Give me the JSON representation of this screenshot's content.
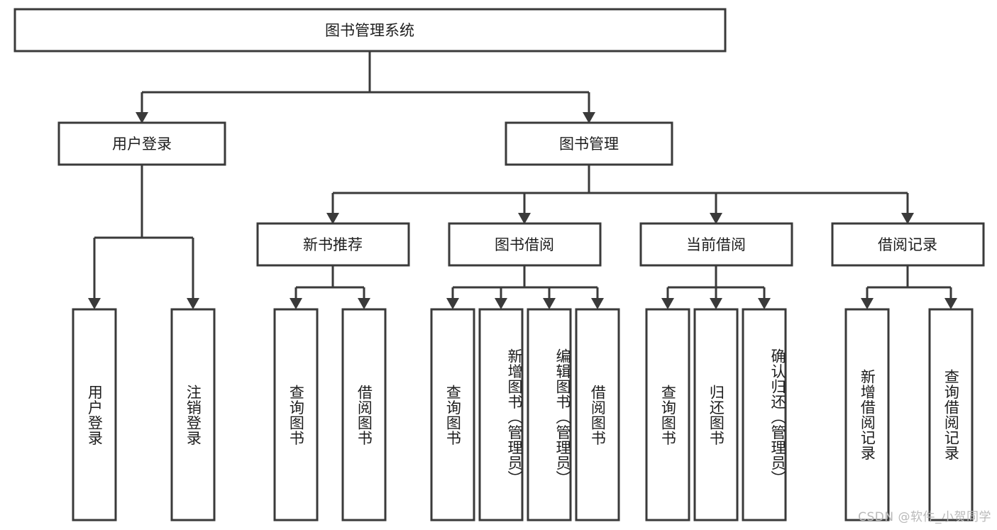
{
  "diagram": {
    "title_node": {
      "label": "图书管理系统"
    },
    "level1": [
      {
        "label": "用户登录"
      },
      {
        "label": "图书管理"
      }
    ],
    "level2": [
      {
        "label": "新书推荐"
      },
      {
        "label": "图书借阅"
      },
      {
        "label": "当前借阅"
      },
      {
        "label": "借阅记录"
      }
    ],
    "leaves": {
      "user_login": [
        {
          "label": "用户登录"
        },
        {
          "label": "注销登录"
        }
      ],
      "new_book": [
        {
          "label": "查询图书"
        },
        {
          "label": "借阅图书"
        }
      ],
      "book_borrow": [
        {
          "label": "查询图书"
        },
        {
          "label": "新增图书（管理员）"
        },
        {
          "label": "编辑图书（管理员）"
        },
        {
          "label": "借阅图书"
        }
      ],
      "current_borrow": [
        {
          "label": "查询图书"
        },
        {
          "label": "归还图书"
        },
        {
          "label": "确认归还（管理员）"
        }
      ],
      "borrow_record": [
        {
          "label": "新增借阅记录"
        },
        {
          "label": "查询借阅记录"
        }
      ]
    }
  },
  "watermark": {
    "text": "CSDN @软件_小贺同学"
  },
  "colors": {
    "stroke": "#3a3a3a",
    "text": "#1d1d1d",
    "background": "#ffffff",
    "watermark": "#b9b9b9"
  }
}
